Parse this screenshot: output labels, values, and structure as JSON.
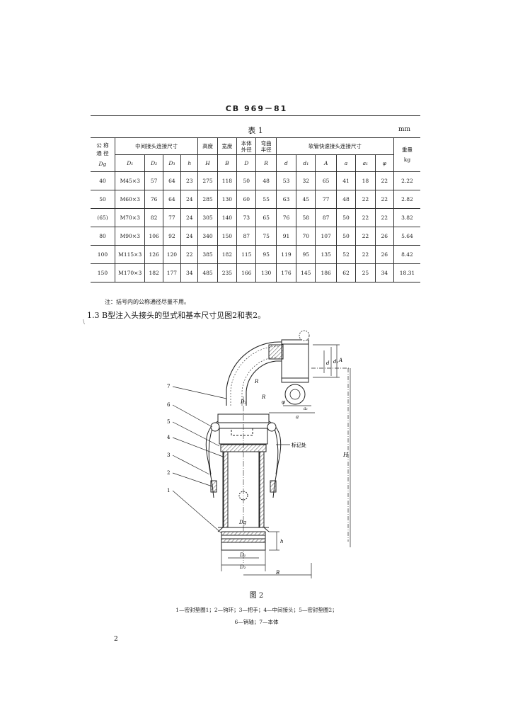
{
  "header": {
    "doc_code": "CB 969－81"
  },
  "table": {
    "caption": "表 1",
    "unit": "mm",
    "headers": {
      "nominal": [
        "公 称",
        "通 径"
      ],
      "nominal_symbol": "Dg",
      "adapter_thread": "中间接头连接尺寸",
      "height": "高度",
      "width": "宽度",
      "body_od": [
        "本体",
        "外径"
      ],
      "bend_radius": [
        "弯曲",
        "半径"
      ],
      "quick_coupling": "软管快速接头连接尺寸",
      "weight": "重量",
      "weight_unit": "kg"
    },
    "symbols": [
      "D₁",
      "D₂",
      "D₃",
      "h",
      "H",
      "B",
      "D",
      "R",
      "d",
      "d₁",
      "A",
      "a",
      "a₁",
      "φ"
    ],
    "rows": [
      [
        "40",
        "M45×3",
        "57",
        "64",
        "23",
        "275",
        "118",
        "50",
        "48",
        "53",
        "32",
        "65",
        "41",
        "18",
        "22",
        "2.22"
      ],
      [
        "50",
        "M60×3",
        "76",
        "64",
        "24",
        "285",
        "130",
        "60",
        "55",
        "63",
        "45",
        "77",
        "48",
        "22",
        "22",
        "2.82"
      ],
      [
        "(65)",
        "M70×3",
        "82",
        "77",
        "24",
        "305",
        "140",
        "73",
        "65",
        "76",
        "58",
        "87",
        "50",
        "22",
        "22",
        "3.82"
      ],
      [
        "80",
        "M90×3",
        "106",
        "92",
        "24",
        "340",
        "150",
        "87",
        "75",
        "91",
        "70",
        "107",
        "50",
        "22",
        "26",
        "5.64"
      ],
      [
        "100",
        "M115×3",
        "126",
        "120",
        "22",
        "385",
        "182",
        "115",
        "95",
        "119",
        "95",
        "135",
        "52",
        "22",
        "26",
        "8.42"
      ],
      [
        "150",
        "M170×3",
        "182",
        "177",
        "34",
        "485",
        "235",
        "166",
        "130",
        "176",
        "145",
        "186",
        "62",
        "25",
        "34",
        "18.31"
      ]
    ],
    "note": "注：括号内的公称通径尽量不用。"
  },
  "section": {
    "text": "1.3  B型注入头接头的型式和基本尺寸见图2和表2。"
  },
  "figure": {
    "callouts": [
      "7",
      "6",
      "5",
      "4",
      "3",
      "2",
      "1"
    ],
    "marking_label": "标记处",
    "dims": {
      "H": "H",
      "R": "R",
      "R2": "R",
      "a": "a",
      "a1": "a₁",
      "d": "d",
      "d1": "d₁",
      "A": "A",
      "phi": "φ",
      "h": "h",
      "D1": "D₁",
      "D2": "D₂",
      "D3": "D₃",
      "Dg": "Dg",
      "B": "B"
    },
    "caption": "图 2",
    "legend_line1": "1—密封垫圈1；2—钩环；3—把手；4—中间接头；5—密封垫圈2；",
    "legend_line2": "6—销轴；7—本体"
  },
  "footer": {
    "page_number": "2"
  },
  "stray": {
    "mark": "\\"
  }
}
